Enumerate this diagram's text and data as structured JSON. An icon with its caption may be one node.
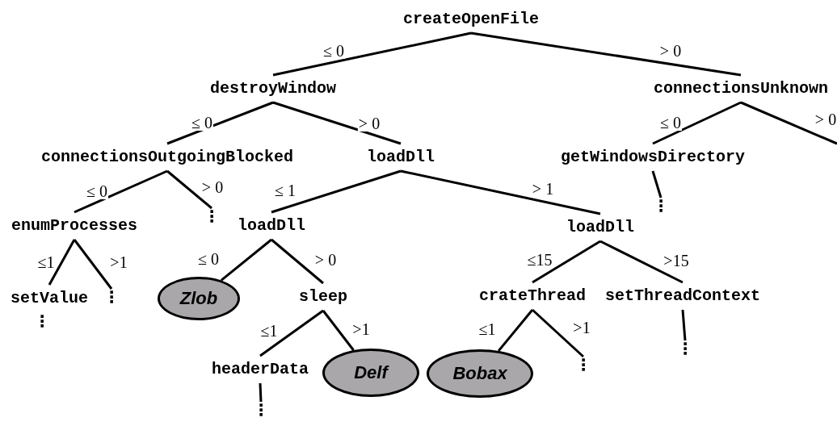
{
  "diagram": {
    "nodes": [
      {
        "text": [
          "createOpenFile"
        ]
      },
      {
        "text": [
          "destroyWindow"
        ]
      },
      {
        "text": [
          "connectionsUnknown"
        ]
      },
      {
        "text": [
          "connectionsOutgoingBlocked"
        ]
      },
      {
        "text": [
          "loadDll"
        ]
      },
      {
        "text": [
          "getWindowsDirectory"
        ]
      },
      {
        "text": [
          "enumProcesses"
        ]
      },
      {
        "text": [
          "⋮"
        ]
      },
      {
        "text": [
          "loadDll"
        ]
      },
      {
        "text": [
          "loadDll"
        ]
      },
      {
        "text": [
          "setValue"
        ]
      },
      {
        "text": [
          "⋮"
        ]
      },
      {
        "text": [
          "Zlob"
        ]
      },
      {
        "text": [
          "sleep"
        ]
      },
      {
        "text": [
          "crateThread"
        ]
      },
      {
        "text": [
          "setThreadContext"
        ]
      },
      {
        "text": [
          "headerData"
        ]
      },
      {
        "text": [
          "Delf"
        ]
      },
      {
        "text": [
          "Bobax"
        ]
      },
      {
        "text": [
          "⋮"
        ]
      },
      {
        "text": [
          "⋮"
        ]
      },
      {
        "text": [
          "⋮"
        ]
      },
      {
        "text": [
          "⋮"
        ]
      }
    ],
    "edges": [
      {
        "from": 0,
        "to": 1,
        "arrow": "none",
        "label": "≤ 0"
      },
      {
        "from": 0,
        "to": 2,
        "arrow": "none",
        "label": "> 0"
      },
      {
        "from": 1,
        "to": 3,
        "arrow": "none",
        "label": "≤ 0"
      },
      {
        "from": 1,
        "to": 4,
        "arrow": "none",
        "label": "> 0"
      },
      {
        "from": 2,
        "to": 5,
        "arrow": "none",
        "label": "≤ 0"
      },
      {
        "from": 2,
        "to": null,
        "arrow": "none",
        "label": "> 0"
      },
      {
        "from": 3,
        "to": 6,
        "arrow": "none",
        "label": "≤ 0"
      },
      {
        "from": 3,
        "to": 7,
        "arrow": "none",
        "label": "> 0"
      },
      {
        "from": 4,
        "to": 8,
        "arrow": "none",
        "label": "≤ 1"
      },
      {
        "from": 4,
        "to": 9,
        "arrow": "none",
        "label": "> 1"
      },
      {
        "from": 5,
        "to": 22,
        "arrow": "none"
      },
      {
        "from": 6,
        "to": 10,
        "arrow": "none",
        "label": "≤1"
      },
      {
        "from": 6,
        "to": 11,
        "arrow": "none",
        "label": ">1"
      },
      {
        "from": 8,
        "to": 12,
        "arrow": "none",
        "label": "≤ 0"
      },
      {
        "from": 8,
        "to": 13,
        "arrow": "none",
        "label": "> 0"
      },
      {
        "from": 9,
        "to": 14,
        "arrow": "none",
        "label": "≤15"
      },
      {
        "from": 9,
        "to": 15,
        "arrow": "none",
        "label": ">15"
      },
      {
        "from": 13,
        "to": 16,
        "arrow": "none",
        "label": "≤1"
      },
      {
        "from": 13,
        "to": 17,
        "arrow": "none",
        "label": ">1"
      },
      {
        "from": 14,
        "to": 18,
        "arrow": "none",
        "label": "≤1"
      },
      {
        "from": 14,
        "to": 19,
        "arrow": "none",
        "label": ">1"
      },
      {
        "from": 15,
        "to": 20,
        "arrow": "none"
      },
      {
        "from": 16,
        "to": 21,
        "arrow": "none"
      }
    ],
    "labels": [
      "⋮"
    ]
  }
}
